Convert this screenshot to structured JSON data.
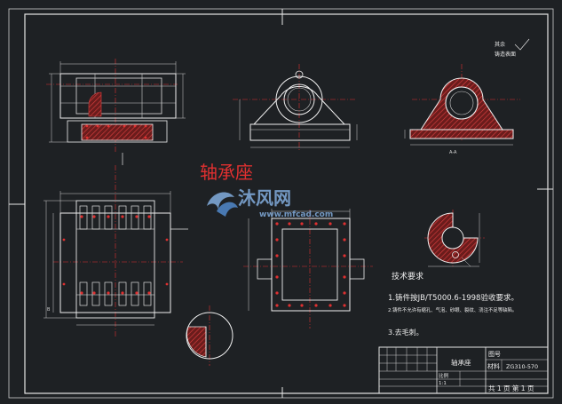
{
  "title": "轴承座",
  "watermark": {
    "brand": "沐风网",
    "url": "www.mfcad.com"
  },
  "corner_note": {
    "line1": "其余",
    "line2": "铸造表面"
  },
  "tech_requirements": {
    "heading": "技术要求",
    "items": [
      "1.铸件按JB/T5000.6-1998验收要求。",
      "2.铸件不允许有缩孔、气泡、砂眼、裂纹、浇注不足等缺陷。",
      "3.去毛刺。"
    ]
  },
  "title_block": {
    "part_name": "轴承座",
    "label_drawing_no": "图号",
    "label_material": "材料",
    "material_value": "ZG310-570",
    "sheet": "共 1 页  第 1 页",
    "scale_label": "比例",
    "scale_value": "1:1"
  },
  "section_labels": {
    "a": "A-A",
    "b": "B"
  },
  "colors": {
    "background": "#1e2124",
    "frame": "#d9d9d9",
    "line": "#ffffff",
    "center": "#e03030",
    "hatch": "#e04040",
    "title": "#e03030",
    "dim": "#d6d6d6"
  }
}
